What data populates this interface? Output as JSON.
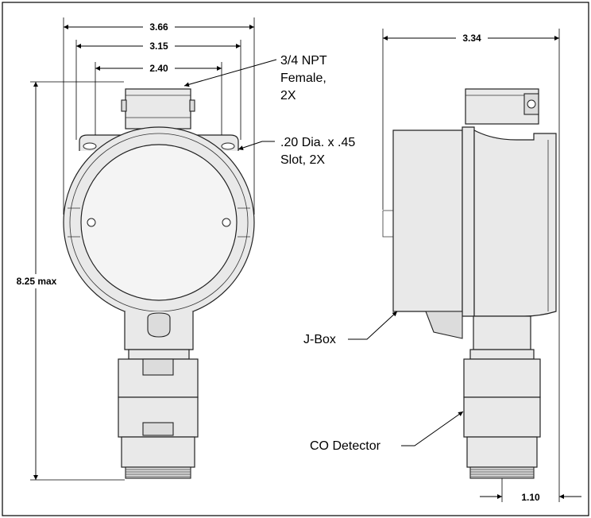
{
  "front_view": {
    "dim_width_outer": "3.66",
    "dim_width_mid": "3.15",
    "dim_width_inner": "2.40",
    "dim_height": "8.25 max",
    "callout_npt": [
      "3/4 NPT",
      "Female,",
      "2X"
    ],
    "callout_slot": [
      ".20 Dia. x .45",
      "Slot, 2X"
    ]
  },
  "side_view": {
    "dim_depth": "3.34",
    "dim_detector_offset": "1.10",
    "callout_jbox": "J-Box",
    "callout_detector": "CO Detector"
  }
}
